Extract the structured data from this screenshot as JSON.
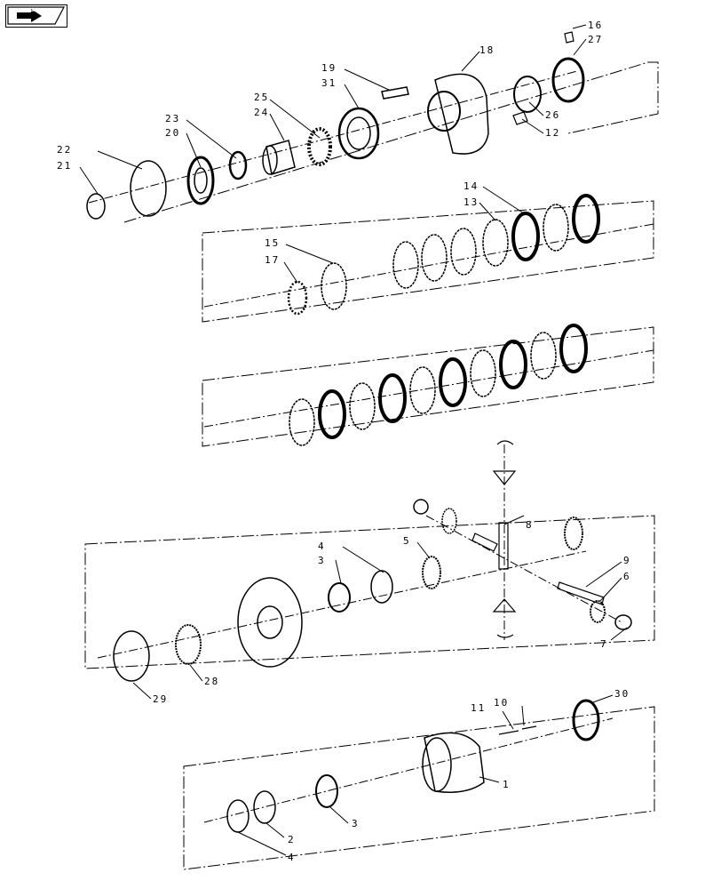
{
  "nav": {
    "icon": "next-page-arrow-icon"
  },
  "callouts": [
    "16",
    "27",
    "18",
    "19",
    "31",
    "26",
    "12",
    "25",
    "24",
    "23",
    "20",
    "22",
    "21",
    "14",
    "13",
    "15",
    "17",
    "8",
    "4",
    "3",
    "5",
    "9",
    "6",
    "7",
    "28",
    "29",
    "11",
    "10",
    "30",
    "1",
    "2",
    "3",
    "4"
  ],
  "colors": {
    "ink": "#000000",
    "paper": "#ffffff"
  }
}
